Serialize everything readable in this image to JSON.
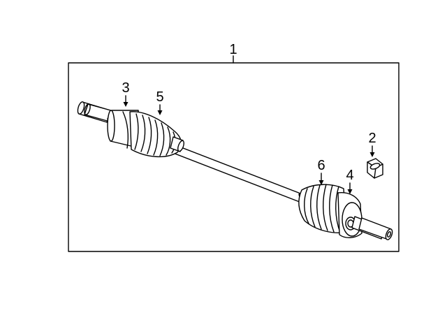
{
  "diagram": {
    "callouts": [
      {
        "id": "callout-1",
        "label": "1"
      },
      {
        "id": "callout-2",
        "label": "2"
      },
      {
        "id": "callout-3",
        "label": "3"
      },
      {
        "id": "callout-4",
        "label": "4"
      },
      {
        "id": "callout-5",
        "label": "5"
      },
      {
        "id": "callout-6",
        "label": "6"
      }
    ]
  }
}
